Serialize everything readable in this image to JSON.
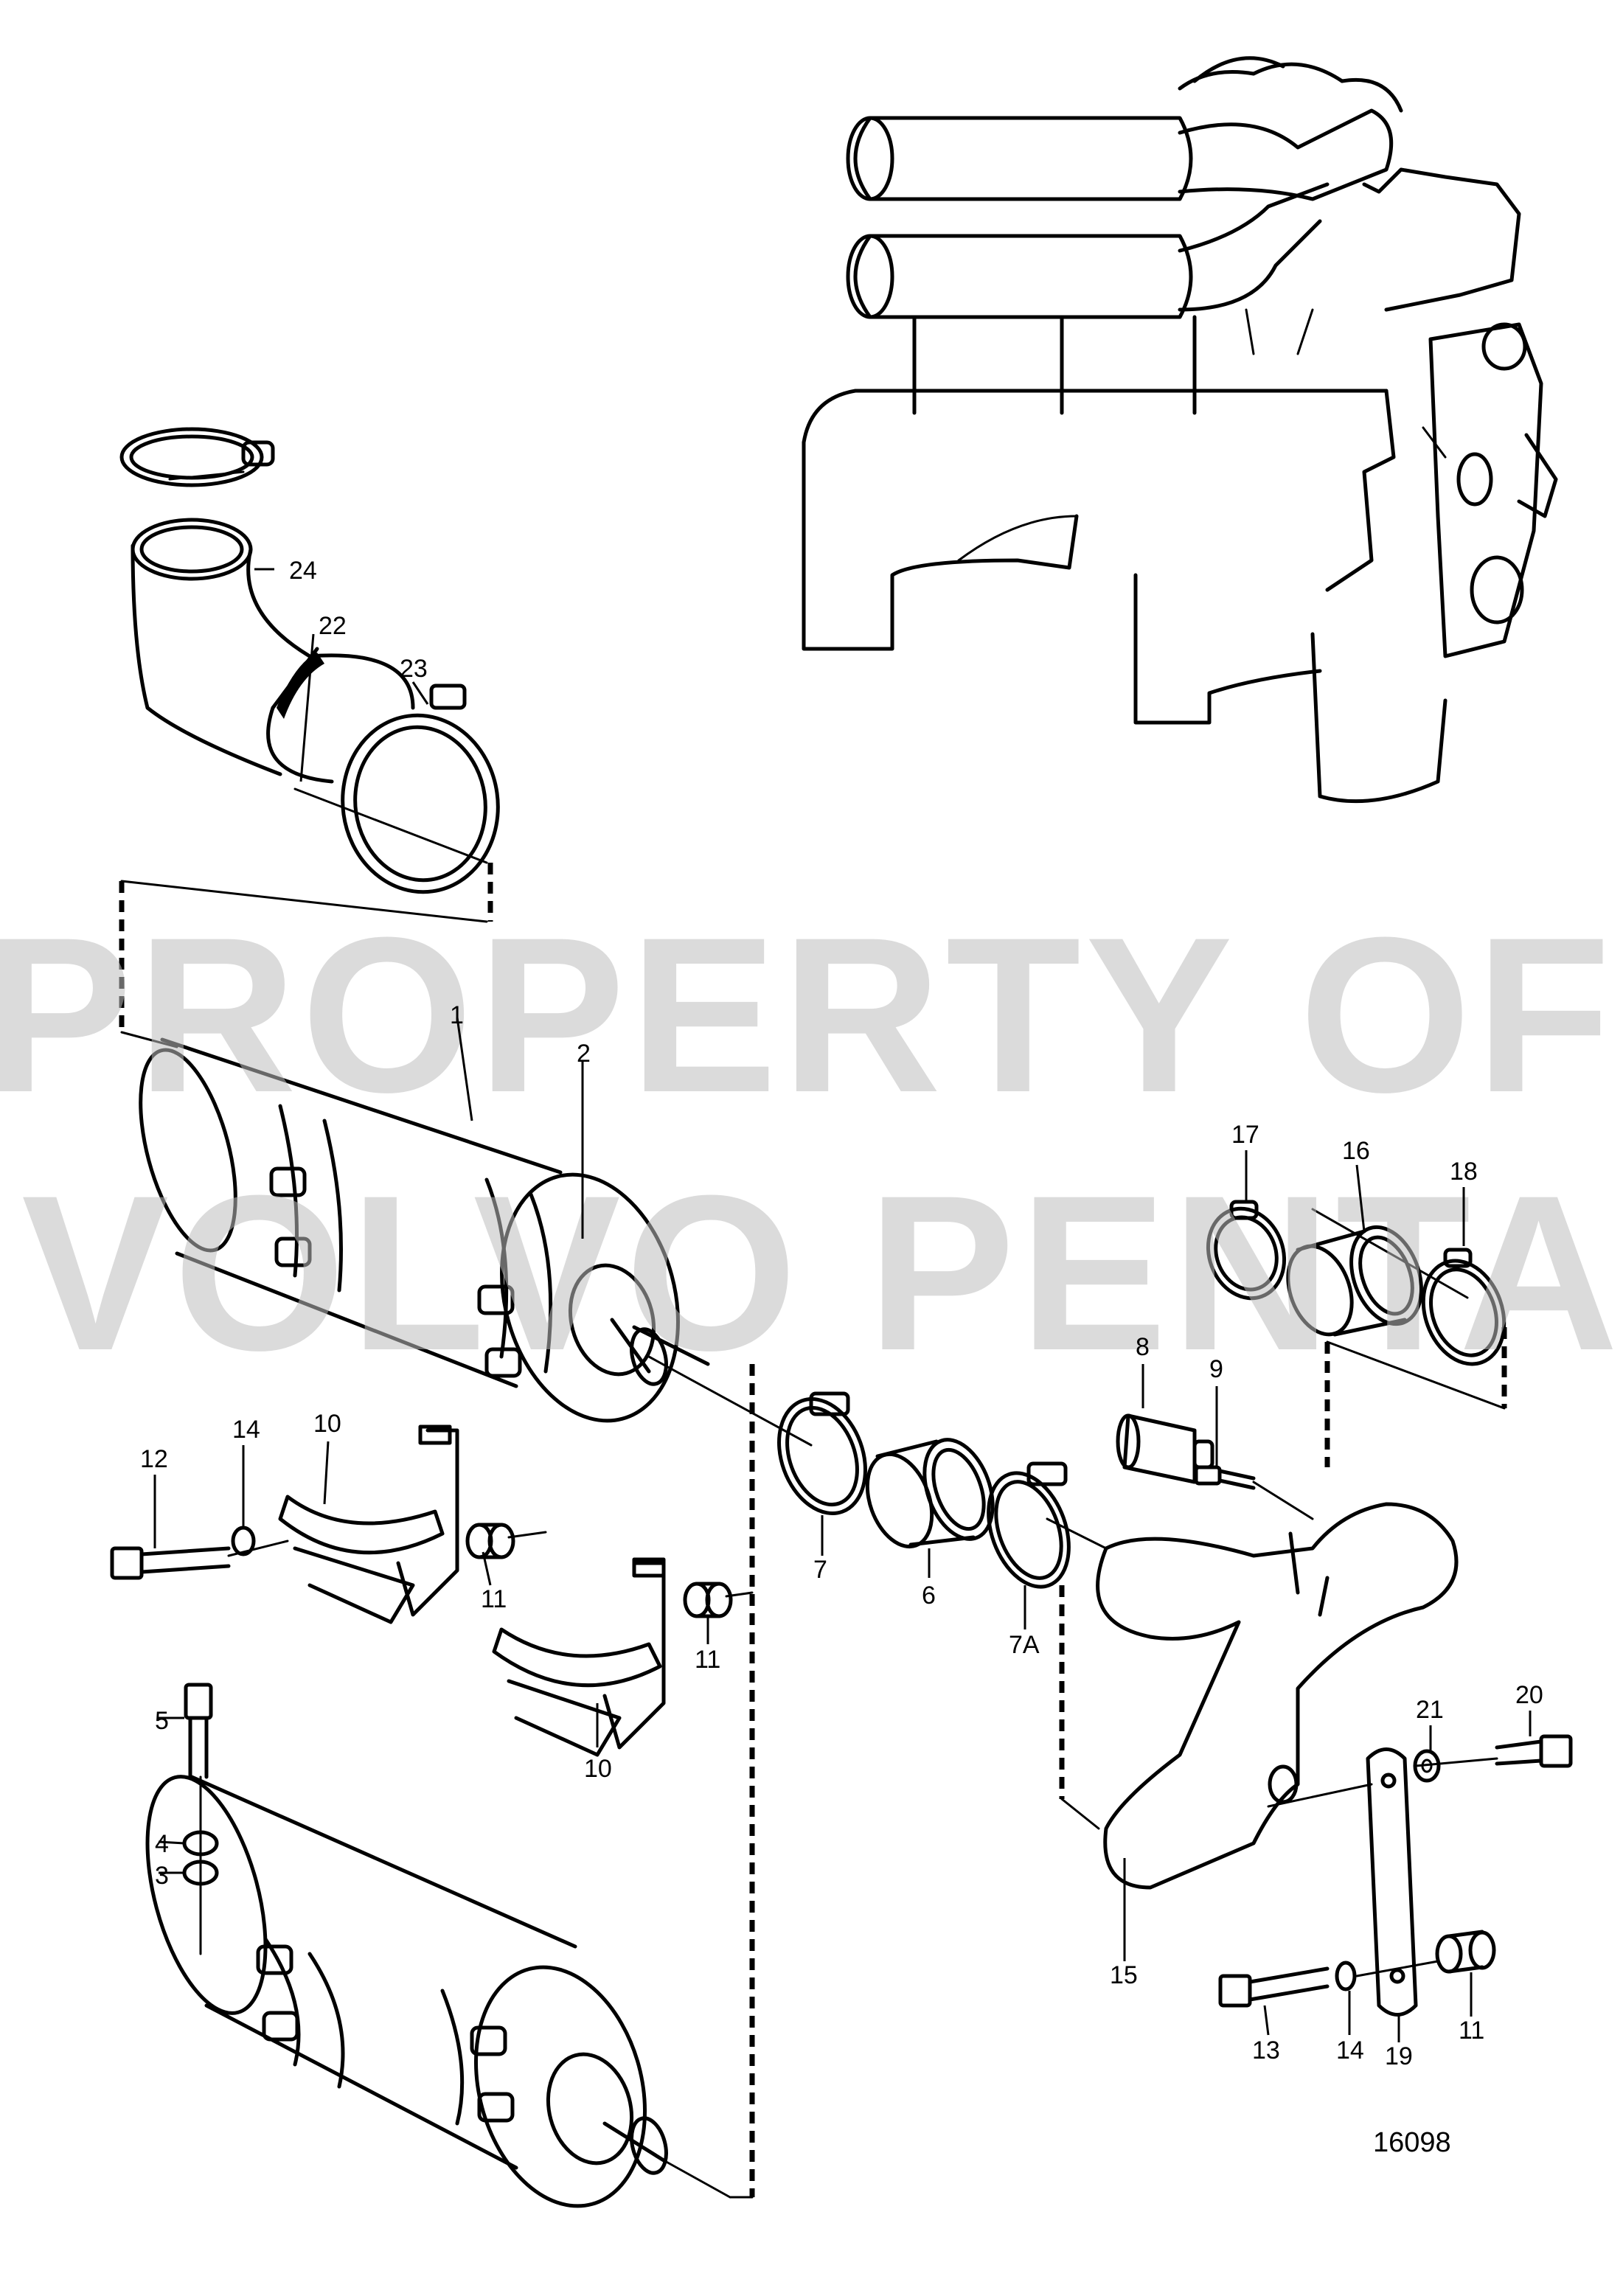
{
  "watermark": {
    "line1": "PROPERTY OF",
    "line2": "VOLVO PENTA"
  },
  "drawing_number": "16098",
  "callouts": {
    "c1": "1",
    "c2": "2",
    "c3": "3",
    "c4": "4",
    "c5": "5",
    "c6": "6",
    "c7": "7",
    "c7a": "7A",
    "c8": "8",
    "c9": "9",
    "c10a": "10",
    "c10b": "10",
    "c11a": "11",
    "c11b": "11",
    "c11c": "11",
    "c12": "12",
    "c13": "13",
    "c14a": "14",
    "c14b": "14",
    "c15": "15",
    "c16": "16",
    "c17": "17",
    "c18": "18",
    "c19": "19",
    "c20": "20",
    "c21": "21",
    "c22": "22",
    "c23": "23",
    "c24": "24"
  }
}
